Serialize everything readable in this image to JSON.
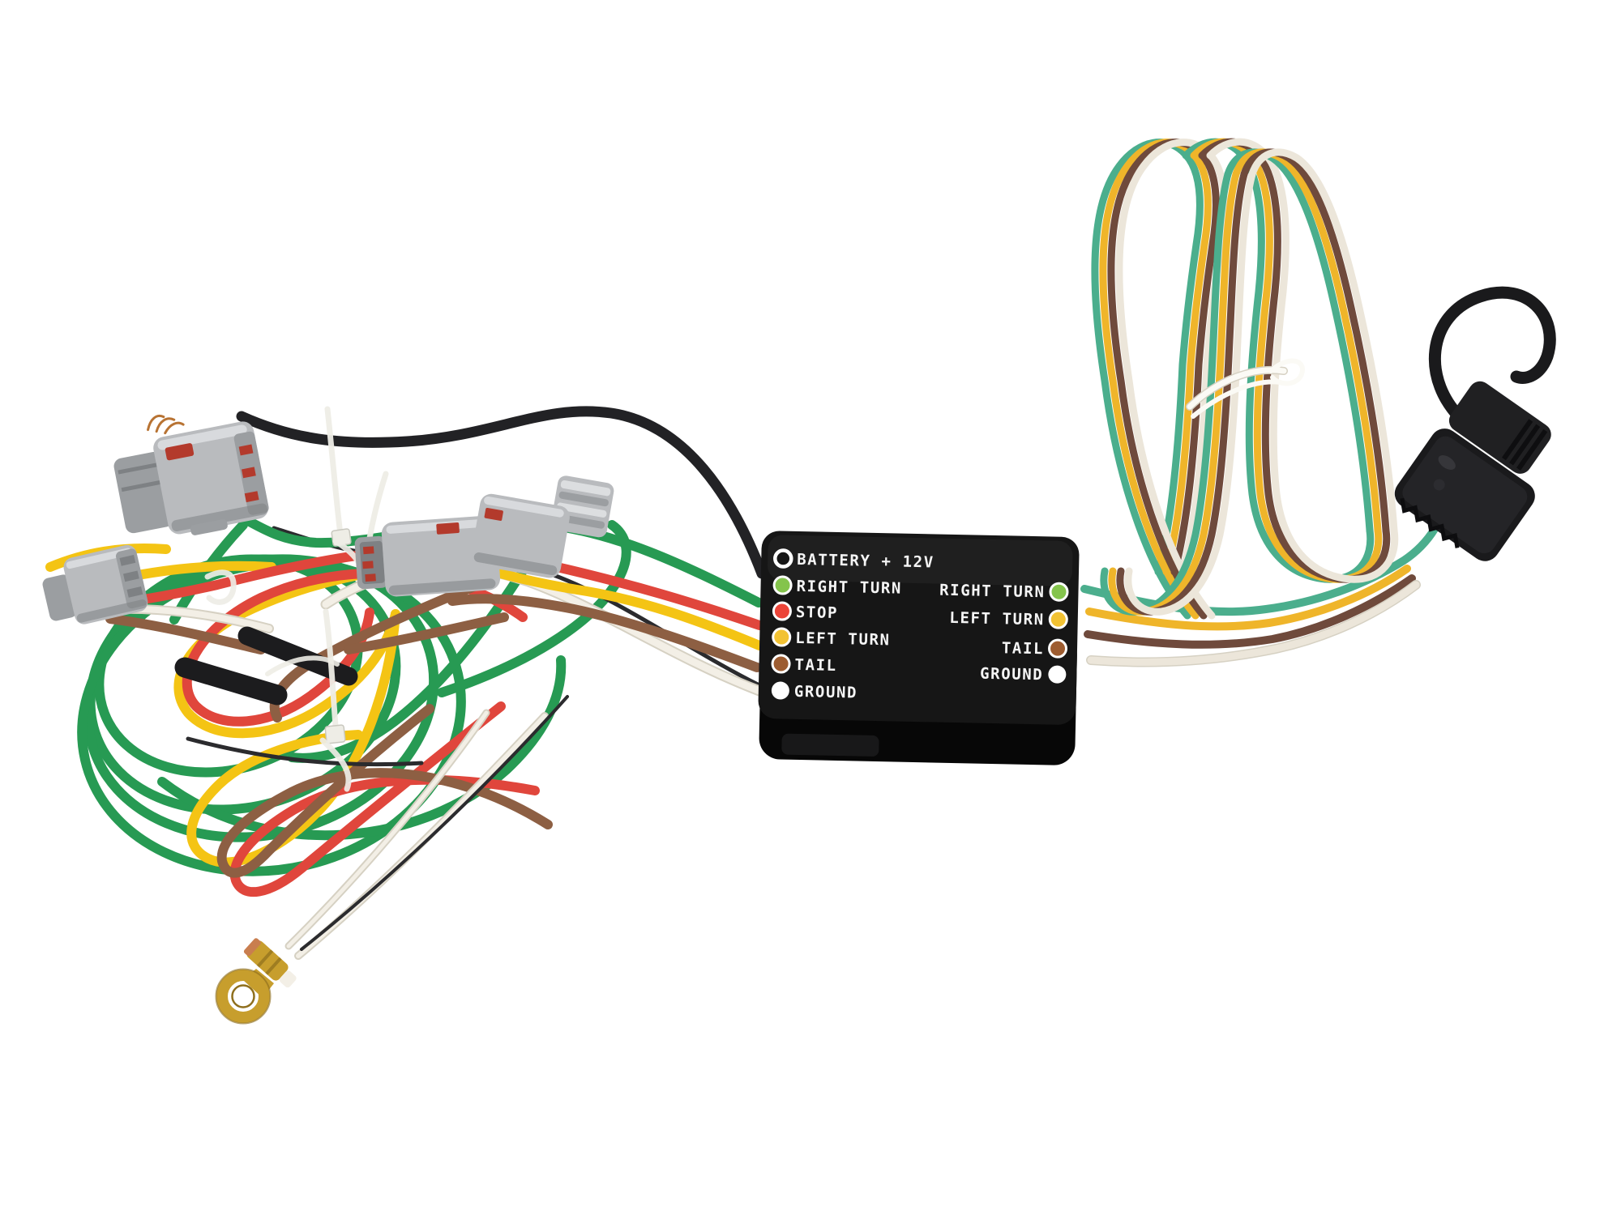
{
  "photo": {
    "background": "#ffffff",
    "subject": "trailer-light-converter-wiring-harness"
  },
  "converter_box": {
    "top_color": "#161616",
    "side_color": "#070707",
    "text_color": "#f5f5f5",
    "left_ports": [
      {
        "label": "BATTERY + 12V",
        "dot": "#161616"
      },
      {
        "label": "RIGHT TURN",
        "dot": "#84c44c"
      },
      {
        "label": "STOP",
        "dot": "#ec4438"
      },
      {
        "label": "LEFT TURN",
        "dot": "#f2c233"
      },
      {
        "label": "TAIL",
        "dot": "#9d5c30"
      },
      {
        "label": "GROUND",
        "dot": "#ffffff"
      }
    ],
    "right_ports": [
      {
        "label": "RIGHT TURN",
        "dot": "#84c44c"
      },
      {
        "label": "LEFT TURN",
        "dot": "#f2c233"
      },
      {
        "label": "TAIL",
        "dot": "#9d5c30"
      },
      {
        "label": "GROUND",
        "dot": "#ffffff"
      }
    ]
  },
  "wires": {
    "green": "#279a53",
    "yellow": "#f4c414",
    "red": "#e0463c",
    "brown": "#8d5f43",
    "white": "#f3efe6",
    "white_edge": "#d6d1c3",
    "black": "#222225",
    "thin_black": "#2b2b2e",
    "flat_teal": "#4bae8d",
    "flat_yellow": "#efb52a",
    "flat_brown": "#6f4a3c",
    "flat_white": "#ece6da"
  },
  "connectors": {
    "gray": "#b9bbbe",
    "gray_light": "#dcdee0",
    "gray_mid": "#9b9ea1",
    "gray_dark": "#7e8184",
    "seal_red": "#b33a2c",
    "housing_black": "#1a1a1c"
  },
  "hardware": {
    "zip_tie": "#eeede6",
    "twist_tie": "#fbfaf5",
    "heat_shrink": "#1c1c1e",
    "copper": "#b87333",
    "copper_band": "#c97e4f",
    "ring_gold": "#c79e2d",
    "ring_gold_dark": "#8f6f1d"
  }
}
